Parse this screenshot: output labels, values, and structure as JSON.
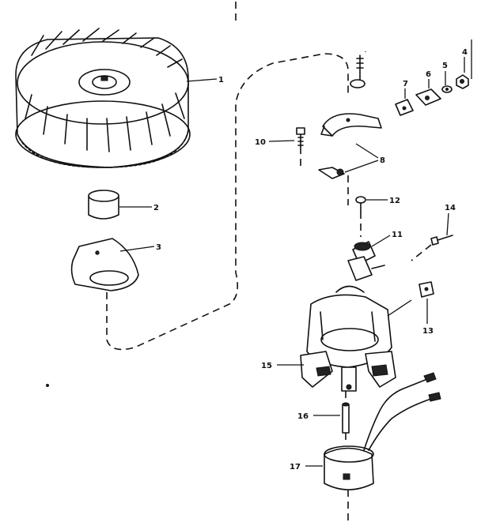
{
  "callouts": [
    {
      "id": "c1",
      "number": "1"
    },
    {
      "id": "c2",
      "number": "2"
    },
    {
      "id": "c3",
      "number": "3"
    },
    {
      "id": "c4",
      "number": "4"
    },
    {
      "id": "c5",
      "number": "5"
    },
    {
      "id": "c6",
      "number": "6"
    },
    {
      "id": "c7",
      "number": "7"
    },
    {
      "id": "c8",
      "number": "8"
    },
    {
      "id": "c10",
      "number": "10"
    },
    {
      "id": "c11",
      "number": "11"
    },
    {
      "id": "c12",
      "number": "12"
    },
    {
      "id": "c13",
      "number": "13"
    },
    {
      "id": "c14",
      "number": "14"
    },
    {
      "id": "c15",
      "number": "15"
    },
    {
      "id": "c16",
      "number": "16"
    },
    {
      "id": "c17",
      "number": "17"
    }
  ],
  "colors": {
    "ink": "#111111",
    "paper": "#ffffff"
  }
}
